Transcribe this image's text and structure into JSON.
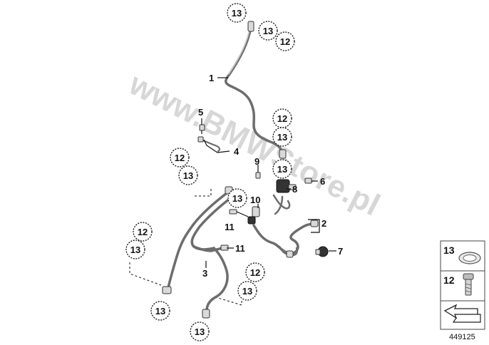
{
  "watermark": "www.BMWStore.pl",
  "callouts": [
    "13",
    "13",
    "12",
    "12",
    "13",
    "13",
    "12",
    "13",
    "13",
    "12",
    "13",
    "13",
    "12",
    "13",
    "13"
  ],
  "parts": [
    "1",
    "2",
    "3",
    "4",
    "5",
    "6",
    "7",
    "8",
    "9",
    "10",
    "11",
    "11"
  ],
  "legend": {
    "items": [
      "13",
      "12"
    ]
  },
  "diagram_id": "449125"
}
